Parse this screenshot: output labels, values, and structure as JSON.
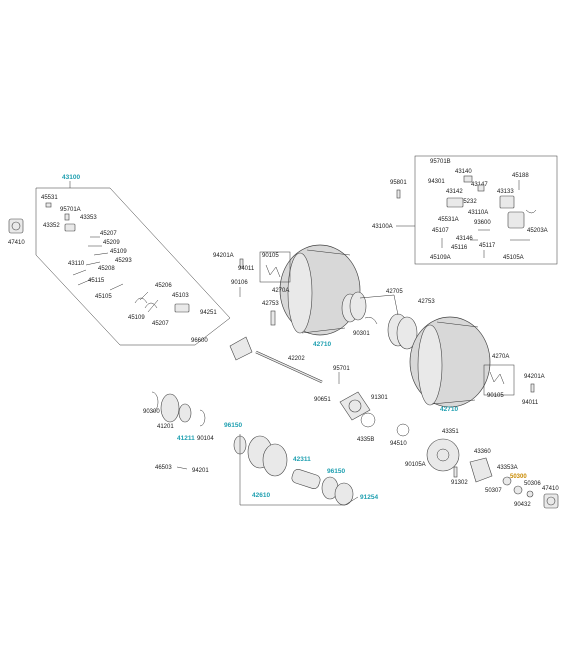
{
  "labels": {
    "l43100": "43100",
    "l43100A": "43100A",
    "l47410L": "47410",
    "l47410R": "47410",
    "l43110": "43110",
    "l42710": "42710",
    "l42710b": "42710",
    "l42705": "42705",
    "l42753a": "42753",
    "l42753b": "42753",
    "l42202": "42202",
    "l90301": "90301",
    "l96600": "96600",
    "l90105a": "90105",
    "l90105b": "90105",
    "l4270Aa": "4270A",
    "l4270Ab": "4270A",
    "l94201Aa": "94201A",
    "l94201Ab": "94201A",
    "l94011a": "94011",
    "l94011b": "94011",
    "l90106": "90106",
    "l95701": "95701",
    "l90651": "90651",
    "l91301": "91301",
    "l4335B": "4335B",
    "l94510": "94510",
    "l90105A": "90105A",
    "l43351": "43351",
    "l91302": "91302",
    "l43360": "43360",
    "l50307": "50307",
    "l43353A": "43353A",
    "l50300": "50300",
    "l50306": "50306",
    "l90432": "90432",
    "l96150a": "96150",
    "l96150b": "96150",
    "l42311": "42311",
    "l42610": "42610",
    "l91254": "91254",
    "l90300": "90300",
    "l41201": "41201",
    "l41211": "41211",
    "l90104": "90104",
    "l46503": "46503",
    "l94201": "94201",
    "l95801": "95801",
    "l95701B": "95701B",
    "l43140": "43140",
    "l94301": "94301",
    "l43147": "43147",
    "l43142": "43142",
    "l45188": "45188",
    "l43133": "43133",
    "l45232": "45232",
    "l45531A": "45531A",
    "l43110A": "43110A",
    "l93600": "93600",
    "l45107": "45107",
    "l43146": "43146",
    "l45116": "45116",
    "l45117": "45117",
    "l45109A": "45109A",
    "l45203A": "45203A",
    "l45105A": "45105A",
    "p45531": "45531",
    "p95701A": "95701A",
    "p43353": "43353",
    "p43352": "43352",
    "p45207": "45207",
    "p45209": "45209",
    "p45109": "45109",
    "p45293": "45293",
    "p45208": "45208",
    "p45115": "45115",
    "p45206": "45206",
    "p45105": "45105",
    "p45103": "45103",
    "p45109b": "45109",
    "p45207b": "45207",
    "p94251": "94251"
  },
  "colors": {
    "highlight": "#1e9fb0",
    "selected": "#c98a00",
    "line": "#333333"
  }
}
